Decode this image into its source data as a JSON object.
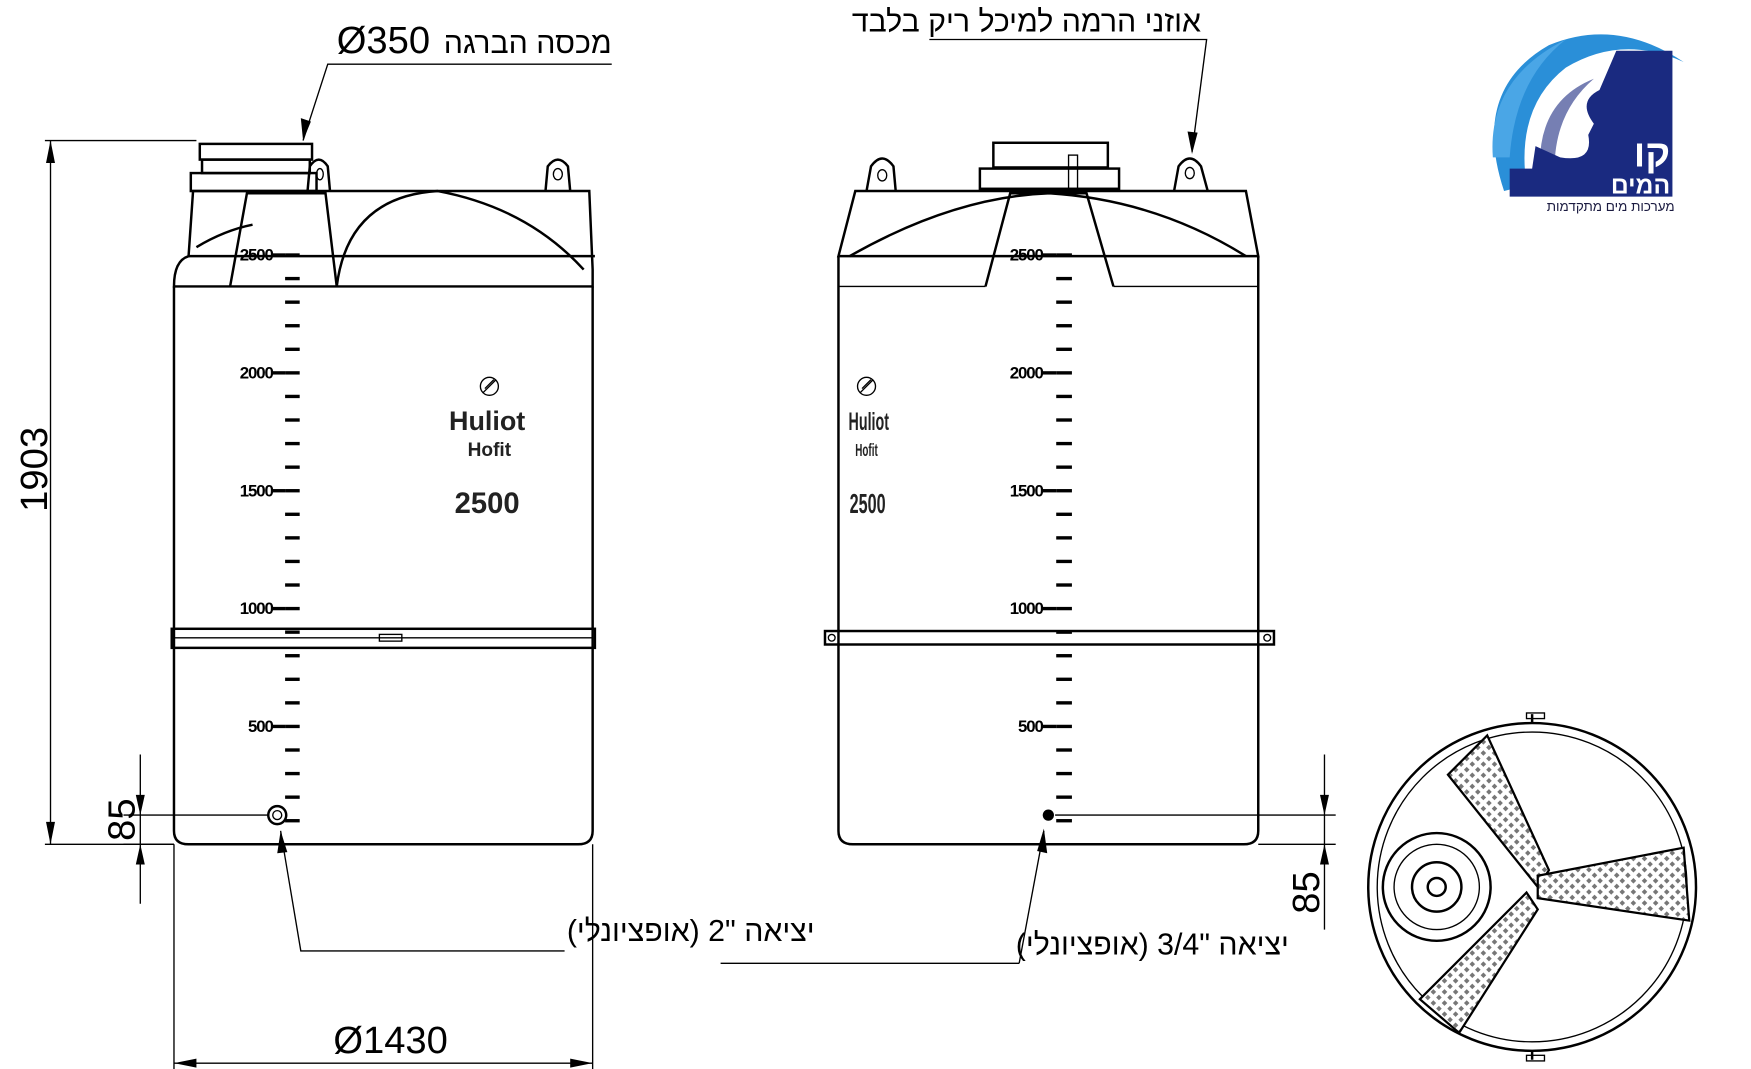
{
  "title": "Huliot Hofit 2500 tank technical drawing",
  "annotations": {
    "lid_label": "מכסה הברגה",
    "lid_diameter": "Ø350",
    "lifting_lugs": "אוזני הרמה למיכל ריק בלבד",
    "outlet_left": "יציאה \"2 (אופציונלי)",
    "outlet_right": "יציאה \"3/4 (אופציונלי)"
  },
  "dimensions": {
    "height": "1903",
    "diameter": "Ø1430",
    "outlet_height_left": "85",
    "outlet_height_right": "85"
  },
  "tank": {
    "brand": "Huliot",
    "model": "Hofit",
    "capacity": "2500",
    "scale_labels": [
      "2500",
      "2000",
      "1500",
      "1000",
      "500"
    ]
  },
  "logo": {
    "name_top": "קו",
    "name_bottom": "המים",
    "tagline": "מערכות מים מתקדמות",
    "colors": {
      "navy": "#1a2a80",
      "light_blue": "#2a8fd8"
    }
  }
}
